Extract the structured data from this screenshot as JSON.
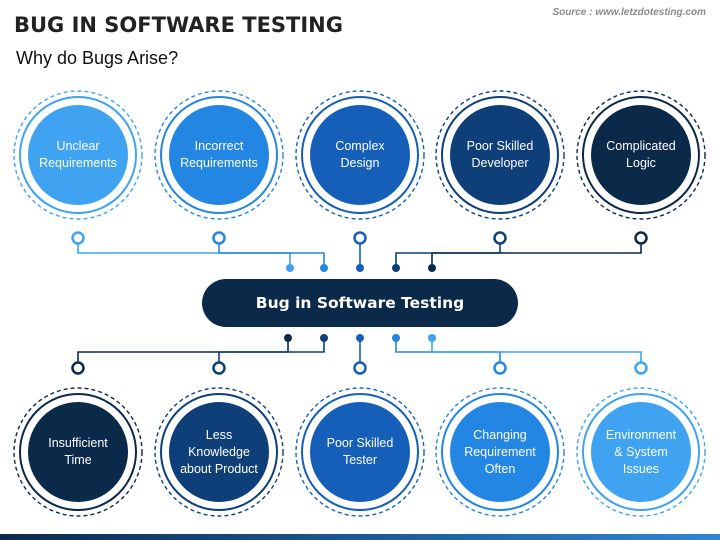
{
  "header": {
    "title": "BUG IN SOFTWARE TESTING",
    "subtitle": "Why do Bugs Arise?",
    "source": "Source : www.letzdotesting.com"
  },
  "center": {
    "label": "Bug in Software Testing",
    "color": "#0b2a4a"
  },
  "top_nodes": [
    {
      "label": "Unclear\nRequirements",
      "color": "#3fa3f2"
    },
    {
      "label": "Incorrect\nRequirements",
      "color": "#2486e3"
    },
    {
      "label": "Complex\nDesign",
      "color": "#155fb8"
    },
    {
      "label": "Poor Skilled\nDeveloper",
      "color": "#0e3f79"
    },
    {
      "label": "Complicated\nLogic",
      "color": "#0b2a4a"
    }
  ],
  "bottom_nodes": [
    {
      "label": "Insufficient\nTime",
      "color": "#0b2a4a"
    },
    {
      "label": "Less\nKnowledge\nabout Product",
      "color": "#0e3f79"
    },
    {
      "label": "Poor Skilled\nTester",
      "color": "#155fb8"
    },
    {
      "label": "Changing\nRequirement\nOften",
      "color": "#2486e3"
    },
    {
      "label": "Environment\n& System\nIssues",
      "color": "#3fa3f2"
    }
  ]
}
